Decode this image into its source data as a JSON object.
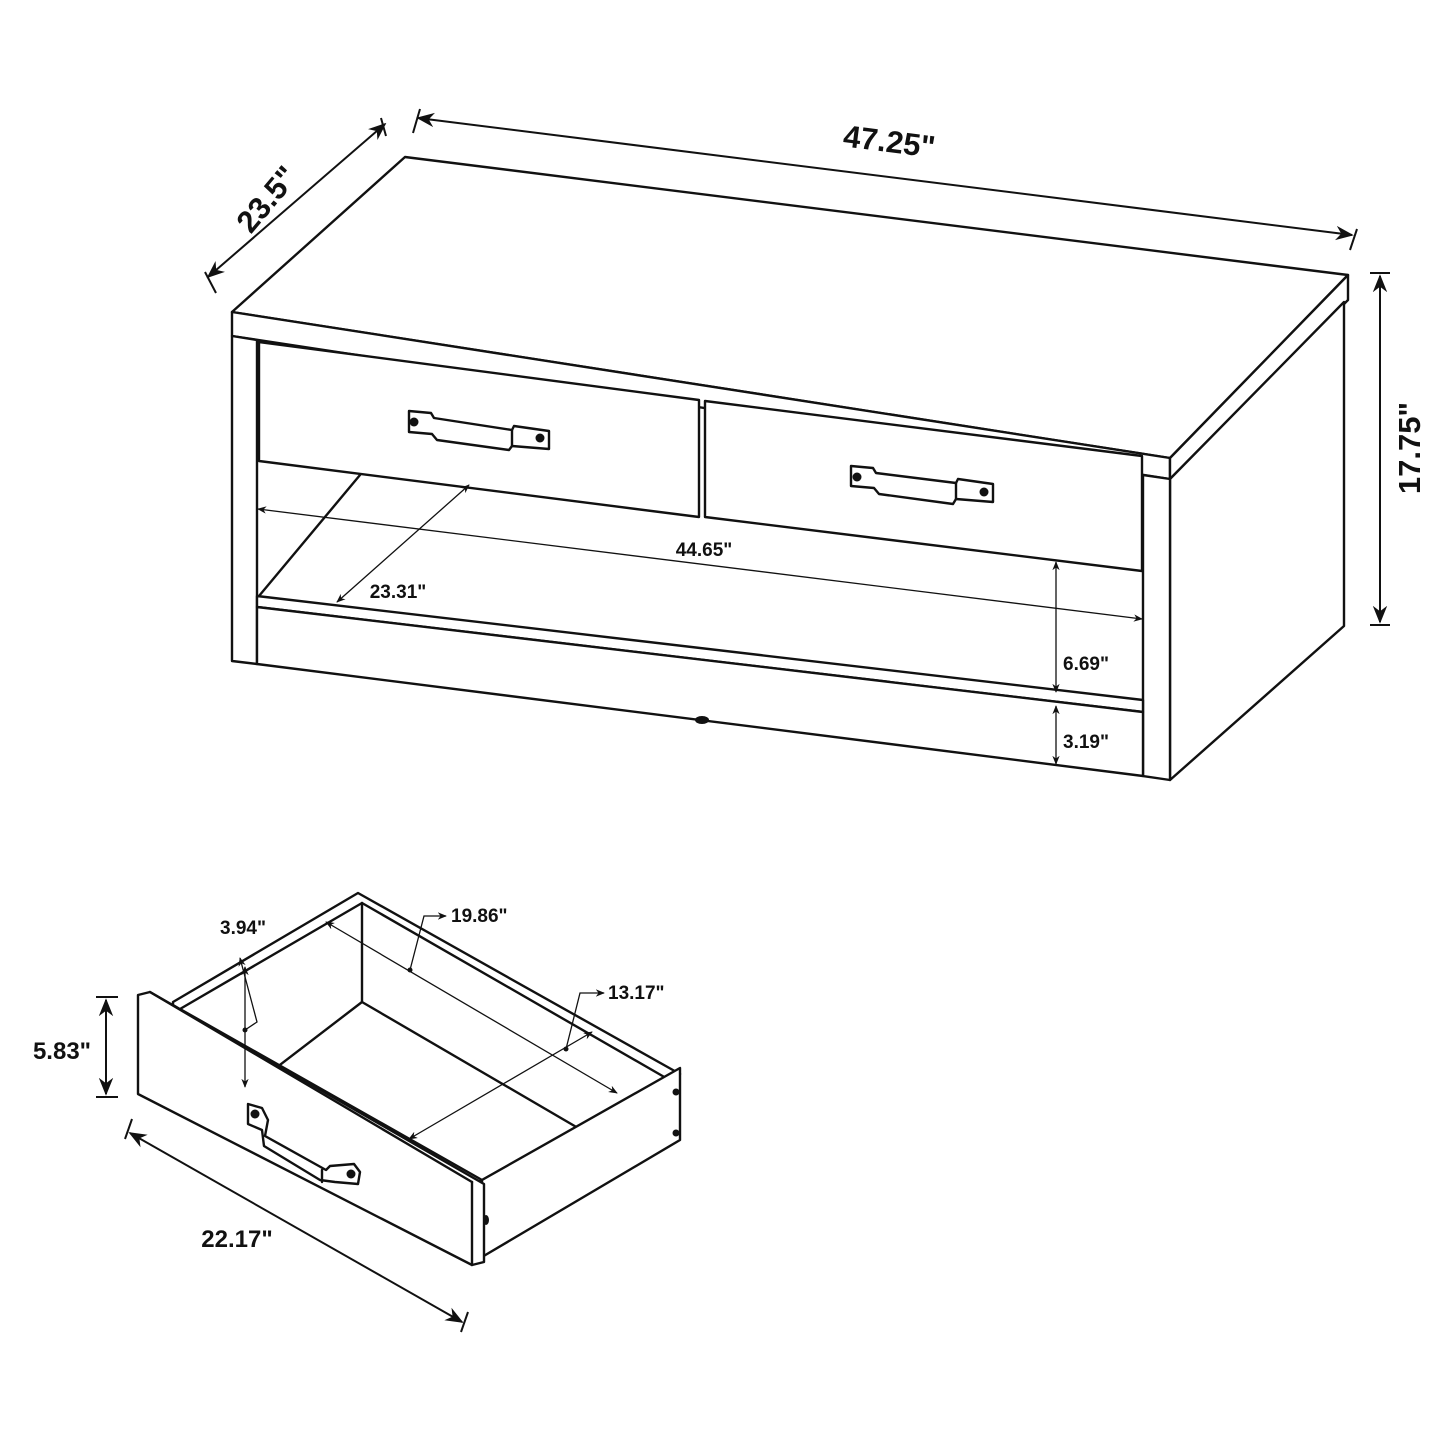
{
  "diagram": {
    "subject": "Coffee table with two drawers and open shelf, plus detached drawer",
    "colors": {
      "line": "#111111",
      "background": "#ffffff"
    },
    "table": {
      "dimensions": {
        "width": "47.25\"",
        "depth": "23.5\"",
        "height": "17.75\"",
        "shelf_width": "44.65\"",
        "shelf_depth": "23.31\"",
        "shelf_height": "6.69\"",
        "base_height": "3.19\""
      },
      "drawers": [
        {
          "position": "left",
          "handle": "metal-pull-handle"
        },
        {
          "position": "right",
          "handle": "metal-pull-handle"
        }
      ]
    },
    "drawer": {
      "dimensions": {
        "front_height": "5.83\"",
        "front_width": "22.17\"",
        "interior_length": "19.86\"",
        "interior_width": "13.17\"",
        "interior_depth": "3.94\""
      }
    }
  }
}
